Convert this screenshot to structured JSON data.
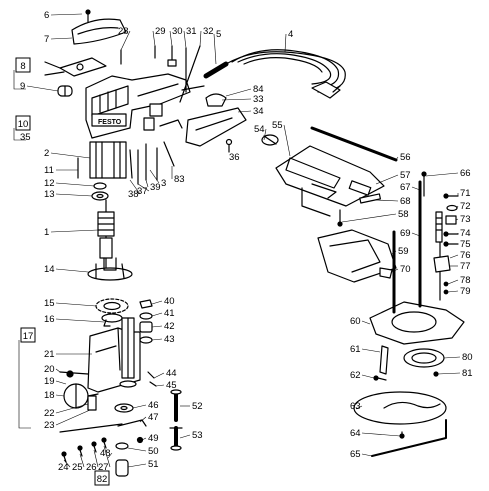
{
  "diagram": {
    "brand_text": "FESTO",
    "part_numbers": [
      "1",
      "2",
      "3",
      "4",
      "5",
      "6",
      "7",
      "8",
      "9",
      "10",
      "11",
      "12",
      "13",
      "14",
      "15",
      "16",
      "17",
      "18",
      "19",
      "20",
      "21",
      "22",
      "23",
      "24",
      "25",
      "26",
      "27",
      "28",
      "29",
      "30",
      "31",
      "32",
      "33",
      "34",
      "35",
      "36",
      "37",
      "38",
      "39",
      "40",
      "41",
      "42",
      "43",
      "44",
      "45",
      "46",
      "47",
      "48",
      "49",
      "50",
      "51",
      "52",
      "53",
      "54",
      "55",
      "56",
      "57",
      "58",
      "59",
      "60",
      "61",
      "62",
      "63",
      "64",
      "65",
      "66",
      "67",
      "68",
      "69",
      "70",
      "71",
      "72",
      "73",
      "74",
      "75",
      "76",
      "77",
      "78",
      "79",
      "80",
      "81",
      "82",
      "83",
      "84"
    ],
    "boxed_numbers": [
      "8",
      "10",
      "17",
      "82"
    ],
    "line_color": "#000000",
    "background_color": "#ffffff"
  }
}
